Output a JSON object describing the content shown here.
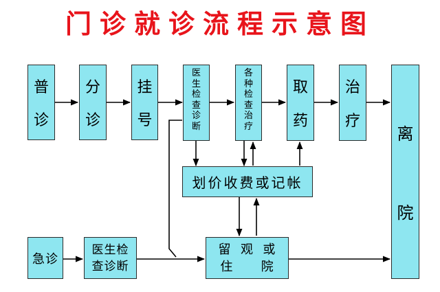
{
  "title": "门诊就诊流程示意图",
  "nodes": {
    "putong": [
      "普",
      "诊"
    ],
    "fenzhen": [
      "分",
      "诊"
    ],
    "guahao": [
      "挂",
      "号"
    ],
    "yisheng_jiancha": [
      "医",
      "生",
      "检",
      "查",
      "诊",
      "断"
    ],
    "gezhong_jiancha": [
      "各",
      "种",
      "检",
      "查",
      "治",
      "疗"
    ],
    "quyao": [
      "取",
      "药"
    ],
    "zhiliao": [
      "治",
      "疗"
    ],
    "likai": [
      "离",
      "院"
    ],
    "huajia": "划价收费或记帐",
    "jizhen": "急诊",
    "jizhen_jiancha": [
      "医生检",
      "查诊断"
    ],
    "liuguan": [
      "留  观  或",
      "住      院"
    ]
  }
}
